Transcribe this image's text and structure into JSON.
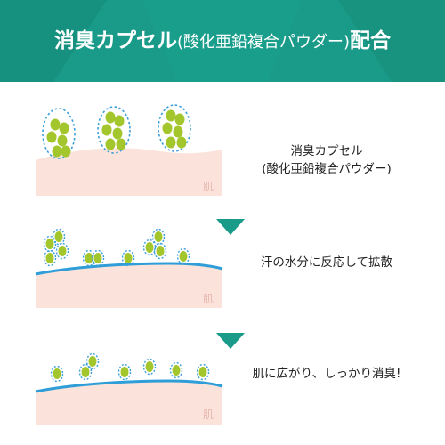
{
  "banner": {
    "title_main": "消臭カプセル",
    "title_paren": "(酸化亜鉛複合パウダー)",
    "title_end": "配合",
    "bg_color": "#1a9b89"
  },
  "steps": [
    {
      "text_line1": "消臭カプセル",
      "text_line2": "(酸化亜鉛複合パウダー)",
      "skin_label": "肌"
    },
    {
      "text_line1": "汗の水分に反応して拡散",
      "skin_label": "肌"
    },
    {
      "text_line1": "肌に広がり、しっかり消臭!",
      "skin_label": "肌"
    }
  ],
  "colors": {
    "skin": "#fbe3dc",
    "capsule_green": "#a3c62d",
    "capsule_outline": "#3da0d8",
    "sweat_line": "#2f9ed8",
    "arrow": "#1a9b89"
  },
  "icons": {
    "arrow": "triangle-down-icon"
  }
}
